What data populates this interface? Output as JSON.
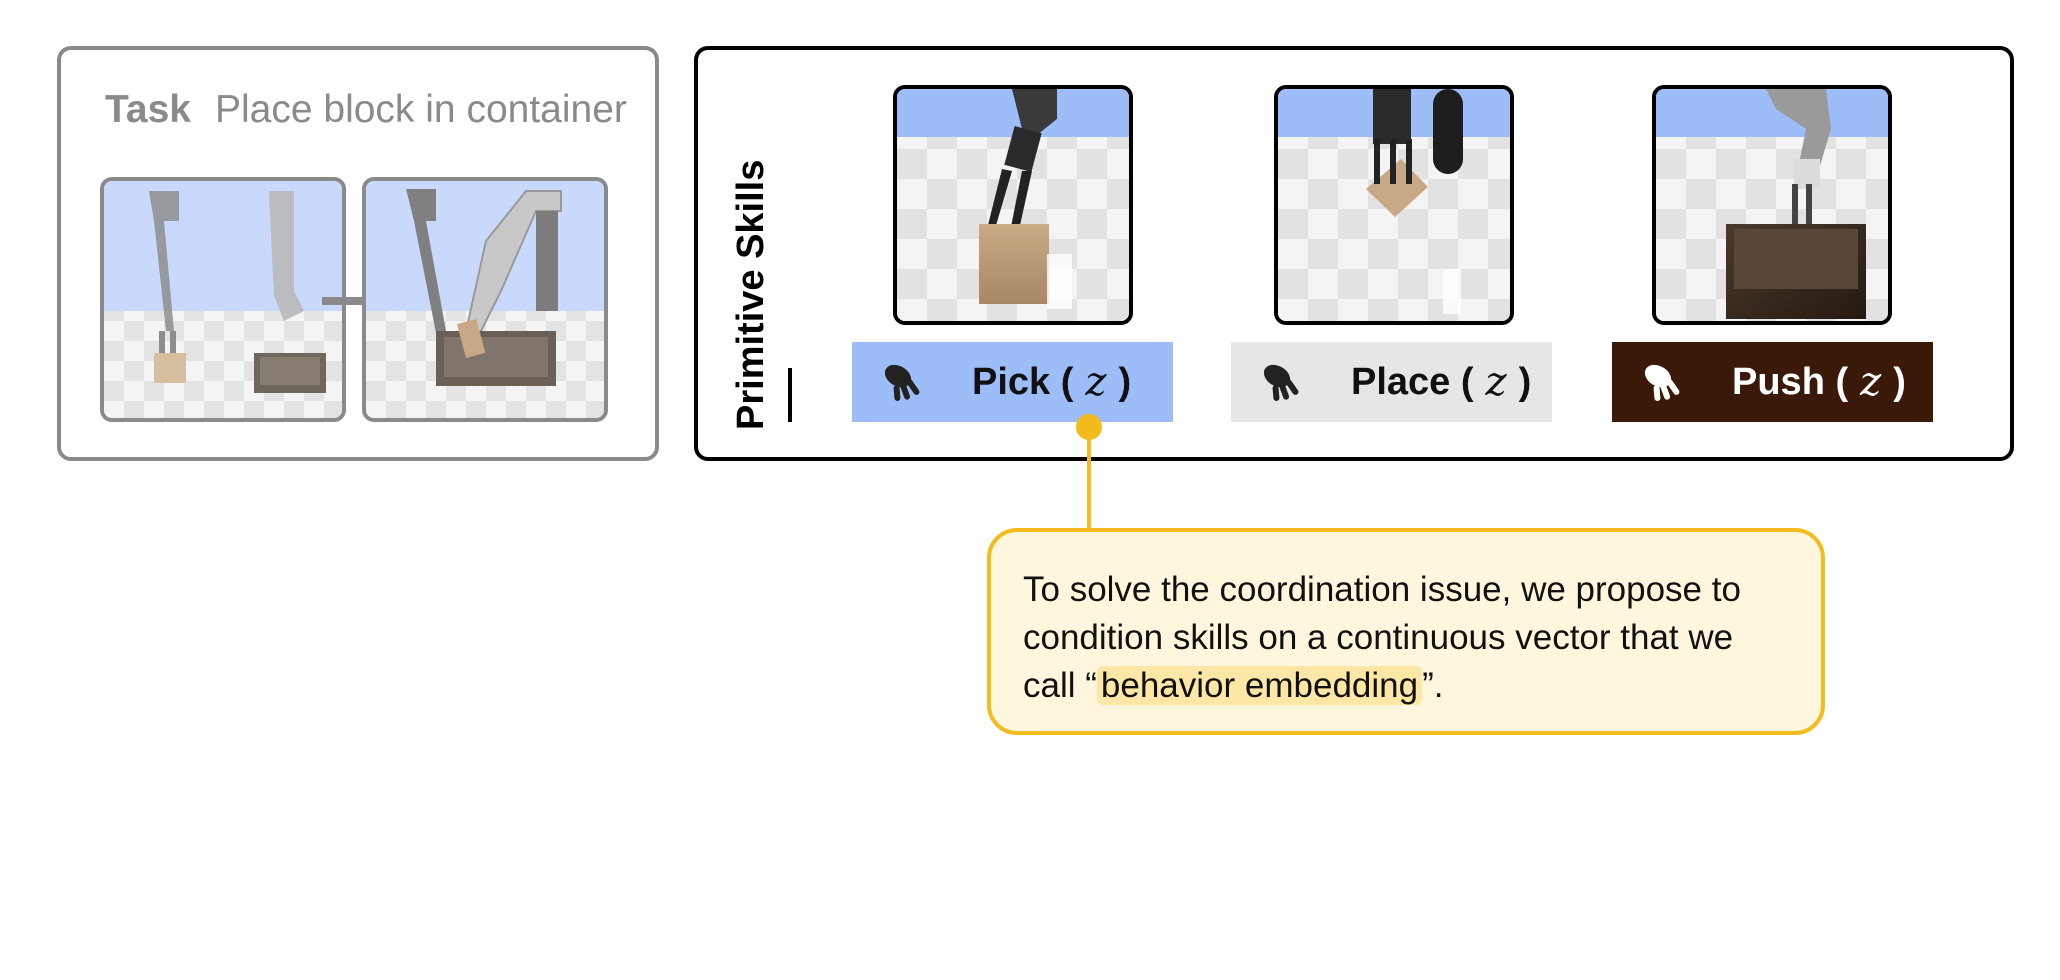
{
  "task": {
    "label": "Task",
    "description": "Place block in container"
  },
  "skills": {
    "section_label": "Primitive Skills",
    "items": [
      {
        "name": "Pick",
        "variable": "z",
        "color": "#9dbdf8",
        "icon": "robot-hand-icon"
      },
      {
        "name": "Place",
        "variable": "z",
        "color": "#e6e6e6",
        "icon": "robot-hand-icon"
      },
      {
        "name": "Push",
        "variable": "z",
        "color": "#3a1909",
        "icon": "robot-hand-icon"
      }
    ]
  },
  "callout": {
    "text_before": "To solve the coordination issue, we propose to condition skills on a continuous vector that we call “",
    "highlight": "behavior embedding",
    "text_after": "”."
  },
  "colors": {
    "accent": "#f3bb1b",
    "panel_gray": "#8a8a8a"
  }
}
